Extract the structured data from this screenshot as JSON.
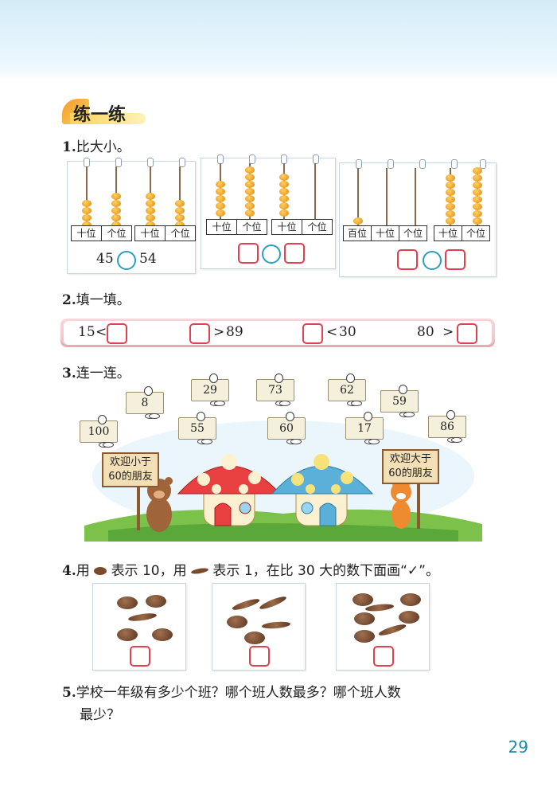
{
  "lesson": {
    "title": "练一练"
  },
  "q1": {
    "num": "1.",
    "text": "比大小。",
    "cards": [
      {
        "labels": [
          "十位",
          "个位",
          "十位",
          "个位"
        ],
        "left": "45",
        "right": "54"
      },
      {
        "labels": [
          "十位",
          "个位",
          "十位",
          "个位"
        ]
      },
      {
        "labels": [
          "百位",
          "十位",
          "个位",
          "十位",
          "个位"
        ]
      }
    ]
  },
  "q2": {
    "num": "2.",
    "text": "填一填。",
    "items": [
      {
        "before": "15",
        "op": "<",
        "after": ""
      },
      {
        "before": "",
        "op": ">",
        "after": "89"
      },
      {
        "before": "",
        "op": "<",
        "after": "30"
      },
      {
        "before": "80",
        "op": ">",
        "after": ""
      }
    ]
  },
  "q3": {
    "num": "3.",
    "text": "连一连。",
    "numbers": [
      "8",
      "29",
      "73",
      "62",
      "59",
      "100",
      "55",
      "60",
      "17",
      "86"
    ],
    "sign_left": [
      "欢迎小于",
      "60的朋友"
    ],
    "sign_right": [
      "欢迎大于",
      "60的朋友"
    ]
  },
  "q4": {
    "num": "4.",
    "text_a": "用",
    "text_b": "表示 10，用",
    "text_c": "表示 1，在比 30 大的数下面画“",
    "text_check": "✓",
    "text_d": "”。"
  },
  "q5": {
    "num": "5.",
    "line1": "学校一年级有多少个班？哪个班人数最多？哪个班人数",
    "line2": "最少？"
  },
  "page": {
    "number": "29"
  },
  "colors": {
    "accent": "#1a8aa0",
    "box": "#e04050",
    "circle": "#2aa0b8",
    "bead": "#f0a020"
  }
}
